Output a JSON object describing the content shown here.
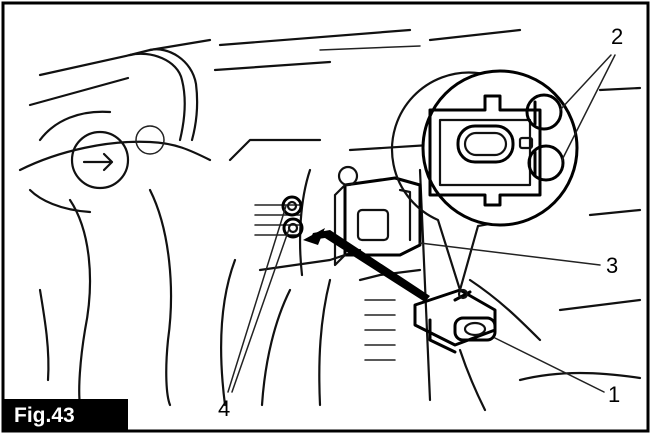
{
  "figure": {
    "label": "Fig.43",
    "callouts": [
      {
        "id": "1",
        "text": "1"
      },
      {
        "id": "2",
        "text": "2"
      },
      {
        "id": "3",
        "text": "3"
      },
      {
        "id": "4",
        "text": "4"
      }
    ]
  }
}
